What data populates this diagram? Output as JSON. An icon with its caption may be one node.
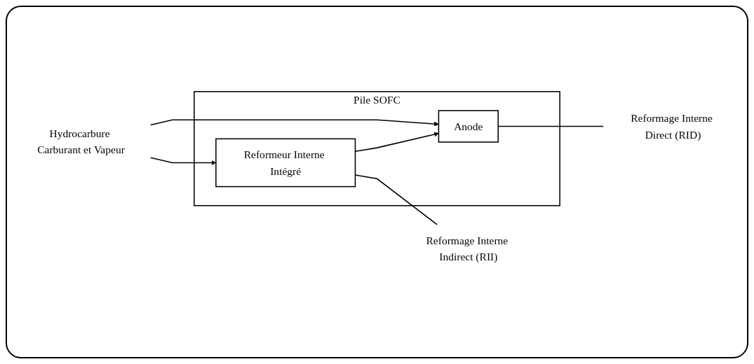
{
  "diagram": {
    "nodes": [
      {
        "text": [
          "Pile SOFC"
        ]
      },
      {
        "text": [
          "Reformeur Interne Intégré"
        ],
        "in": 0
      },
      {
        "text": [
          "Anode"
        ],
        "in": 0
      },
      {
        "text": [
          "Hydrocarbure Carburant et Vapeur"
        ]
      },
      {
        "text": [
          "Reformage Interne Indirect (RII)"
        ]
      },
      {
        "text": [
          "Reformage Interne Direct (RID)"
        ]
      }
    ],
    "edges": [
      {
        "from": 3,
        "to": 1,
        "arrow": "to"
      },
      {
        "from": 3,
        "to": 2,
        "arrow": "to"
      },
      {
        "from": 1,
        "to": 2,
        "arrow": "to"
      },
      {
        "from": 1,
        "to": 4,
        "arrow": "none"
      },
      {
        "from": 2,
        "to": 5,
        "arrow": "none"
      }
    ]
  }
}
